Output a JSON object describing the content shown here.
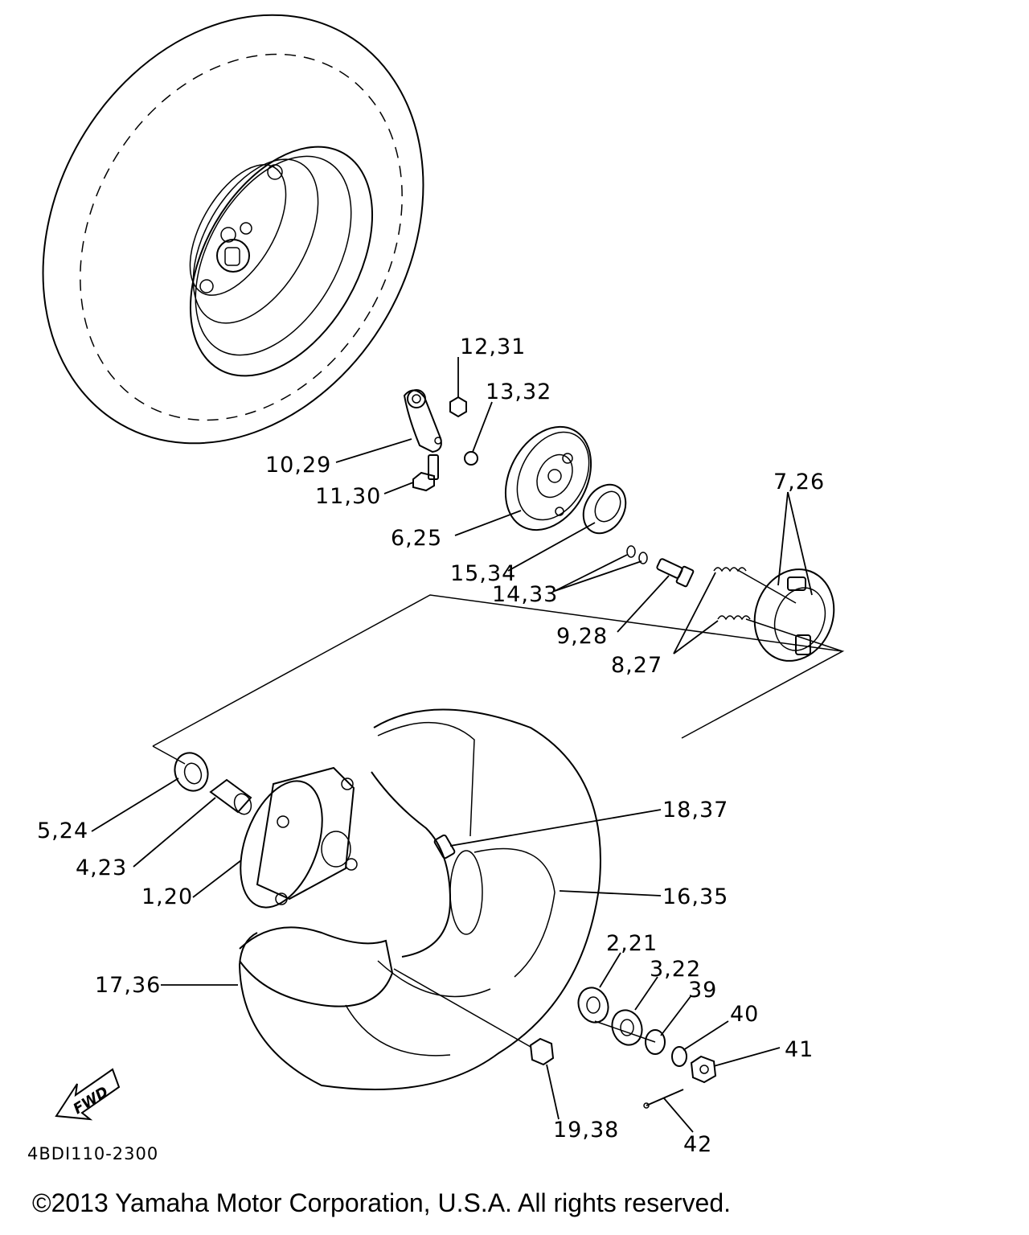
{
  "diagram": {
    "callouts": [
      {
        "id": "c12",
        "text": "12,31"
      },
      {
        "id": "c13",
        "text": "13,32"
      },
      {
        "id": "c10",
        "text": "10,29"
      },
      {
        "id": "c11",
        "text": "11,30"
      },
      {
        "id": "c7",
        "text": "7,26"
      },
      {
        "id": "c6",
        "text": "6,25"
      },
      {
        "id": "c15",
        "text": "15,34"
      },
      {
        "id": "c14",
        "text": "14,33"
      },
      {
        "id": "c9",
        "text": "9,28"
      },
      {
        "id": "c8",
        "text": "8,27"
      },
      {
        "id": "c18",
        "text": "18,37"
      },
      {
        "id": "c5",
        "text": "5,24"
      },
      {
        "id": "c4",
        "text": "4,23"
      },
      {
        "id": "c1",
        "text": "1,20"
      },
      {
        "id": "c16",
        "text": "16,35"
      },
      {
        "id": "c2",
        "text": "2,21"
      },
      {
        "id": "c3",
        "text": "3,22"
      },
      {
        "id": "c39",
        "text": "39"
      },
      {
        "id": "c40",
        "text": "40"
      },
      {
        "id": "c41",
        "text": "41"
      },
      {
        "id": "c17",
        "text": "17,36"
      },
      {
        "id": "c19",
        "text": "19,38"
      },
      {
        "id": "c42",
        "text": "42"
      }
    ],
    "fwd_label": "FWD",
    "drawing_code": "4BDI110-2300"
  },
  "copyright": "©2013 Yamaha Motor Corporation, U.S.A. All rights reserved."
}
